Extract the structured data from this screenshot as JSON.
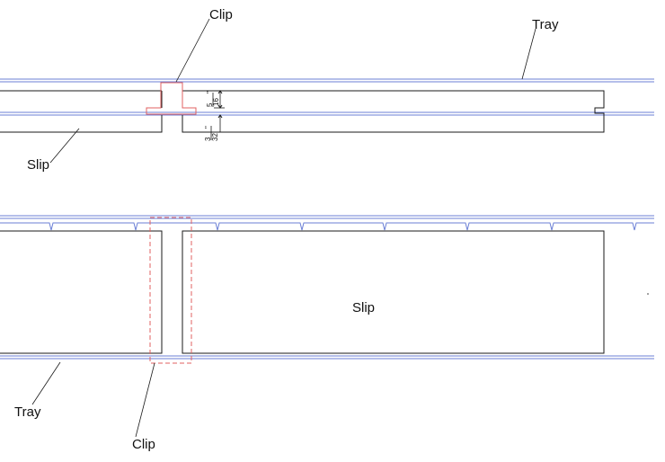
{
  "labels": {
    "top_clip": "Clip",
    "top_tray": "Tray",
    "top_slip": "Slip",
    "bottom_slip": "Slip",
    "bottom_tray": "Tray",
    "bottom_clip": "Clip"
  },
  "dimensions": {
    "upper": {
      "num": "5",
      "den": "16",
      "mark": "\""
    },
    "lower": {
      "num": "3",
      "den": "32",
      "mark": "\""
    }
  },
  "colors": {
    "outline": "#1a1a1a",
    "tray": "#6b7fd6",
    "clip": "#e06060"
  }
}
